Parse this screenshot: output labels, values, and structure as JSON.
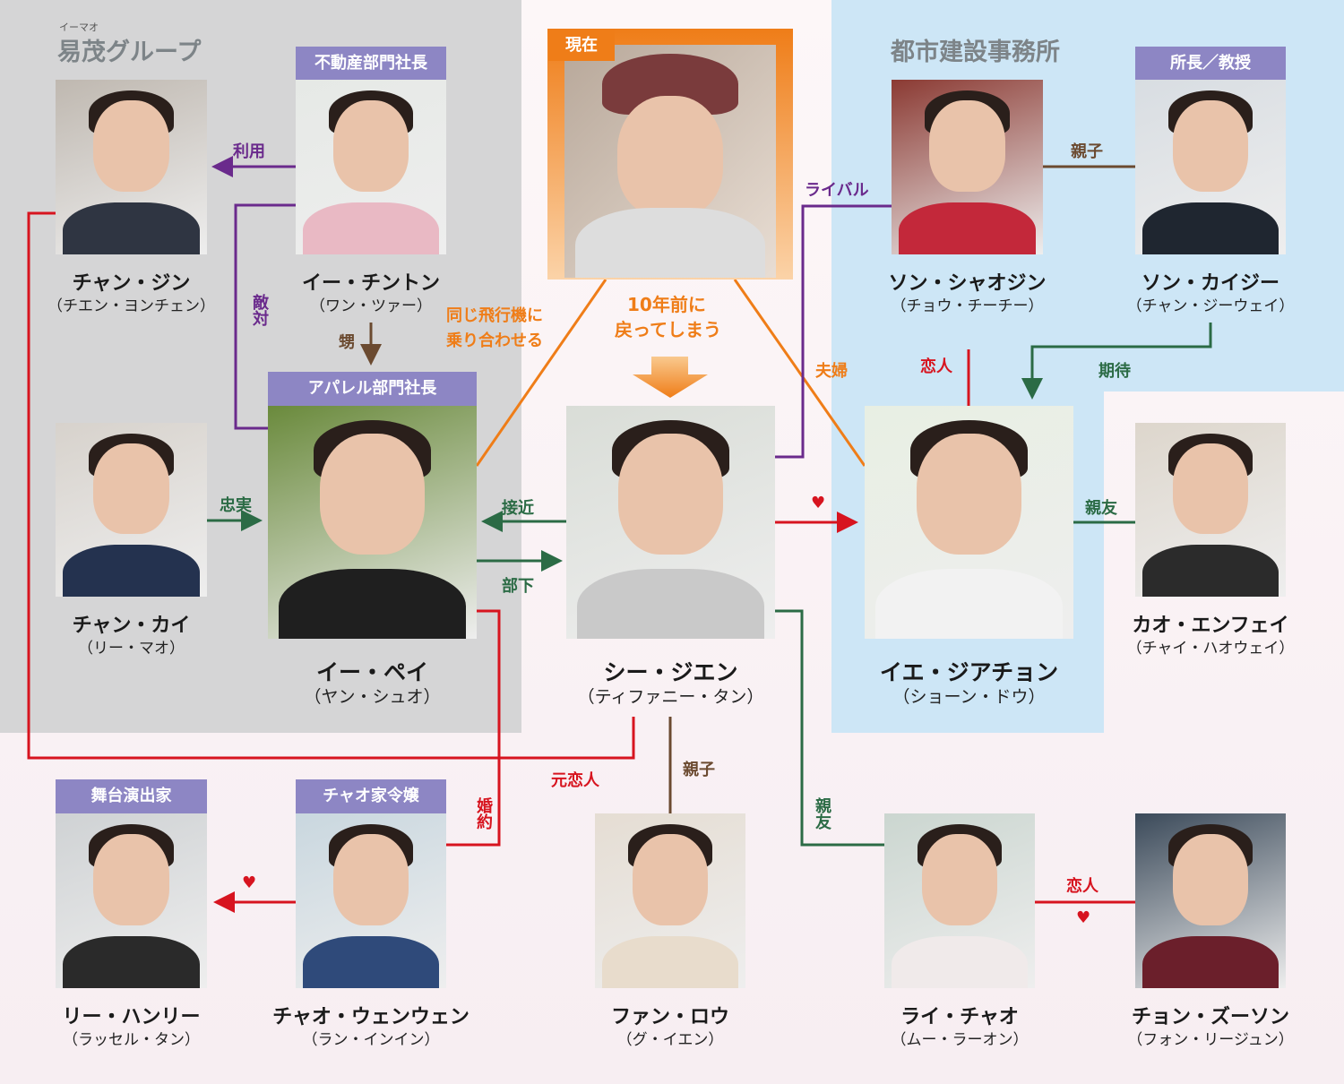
{
  "groups": {
    "yimao": {
      "ruby": "イーマオ",
      "title": "易茂グループ"
    },
    "city": {
      "title": "都市建設事務所"
    }
  },
  "present_label": "現在",
  "characters": [
    {
      "name": "チャン・ジン",
      "actor": "（チエン・ヨンチェン）"
    },
    {
      "role": "不動産部門社長",
      "name": "イー・チントン",
      "actor": "（ワン・ツァー）"
    },
    {
      "name": "ソン・シャオジン",
      "actor": "（チョウ・チーチー）"
    },
    {
      "role": "所長／教授",
      "name": "ソン・カイジー",
      "actor": "（チャン・ジーウェイ）"
    },
    {
      "name": "チャン・カイ",
      "actor": "（リー・マオ）"
    },
    {
      "role": "アパレル部門社長",
      "name": "イー・ペイ",
      "actor": "（ヤン・シュオ）"
    },
    {
      "name": "シー・ジエン",
      "actor": "（ティファニー・タン）"
    },
    {
      "name": "イエ・ジアチョン",
      "actor": "（ショーン・ドウ）"
    },
    {
      "name": "カオ・エンフェイ",
      "actor": "（チャイ・ハオウェイ）"
    },
    {
      "role": "舞台演出家",
      "name": "リー・ハンリー",
      "actor": "（ラッセル・タン）"
    },
    {
      "role": "チャオ家令嬢",
      "name": "チャオ・ウェンウェン",
      "actor": "（ラン・インイン）"
    },
    {
      "name": "ファン・ロウ",
      "actor": "（グ・イエン）"
    },
    {
      "name": "ライ・チャオ",
      "actor": "（ムー・ラーオン）"
    },
    {
      "name": "チョン・ズーソン",
      "actor": "（フォン・リージュン）"
    }
  ],
  "relations": {
    "use": "利用",
    "hostile": "敵対",
    "nephew": "甥",
    "same_plane": "同じ飛行機に",
    "same_plane2": "乗り合わせる",
    "back1": "10年前に",
    "back2": "戻ってしまう",
    "rival": "ライバル",
    "parent_child": "親子",
    "couple": "夫婦",
    "lovers": "恋人",
    "expect": "期待",
    "loyal": "忠実",
    "approach": "接近",
    "subordinate": "部下",
    "best_friend": "親友",
    "ex_lover": "元恋人",
    "engaged": "婚約",
    "parent_child2": "親子",
    "best_friend2": "親友",
    "lovers2": "恋人",
    "heart": "♥"
  },
  "colors": {
    "purple": "#6a2a8c",
    "red": "#d7141f",
    "green": "#2b6b45",
    "brown": "#6b4a30",
    "orange": "#ef7d18",
    "role_bg": "#8d86c4"
  }
}
